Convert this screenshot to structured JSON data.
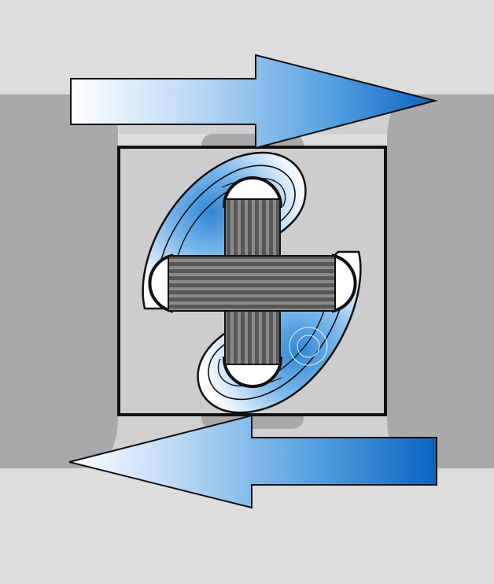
{
  "colors": {
    "background": "#dddddd",
    "band": "#a9a9ab",
    "housing_fill": "#cdcdcf",
    "outline": "#111111",
    "coil_dark": "#555555",
    "coil_stripe": "#8a8a8a",
    "arrow_light": "#ffffff",
    "arrow_mid": "#6fb0e6",
    "arrow_dark": "#0a64c0",
    "field_blue": "#2f86d6"
  },
  "icons": {
    "top_arrow": "arrow-right-icon",
    "bottom_arrow": "arrow-left-icon",
    "coil": "cross-coil-icon"
  },
  "diagram": {
    "top_arrow_direction": "right",
    "bottom_arrow_direction": "left",
    "field_lobes": 4,
    "coil_arms": 4
  }
}
